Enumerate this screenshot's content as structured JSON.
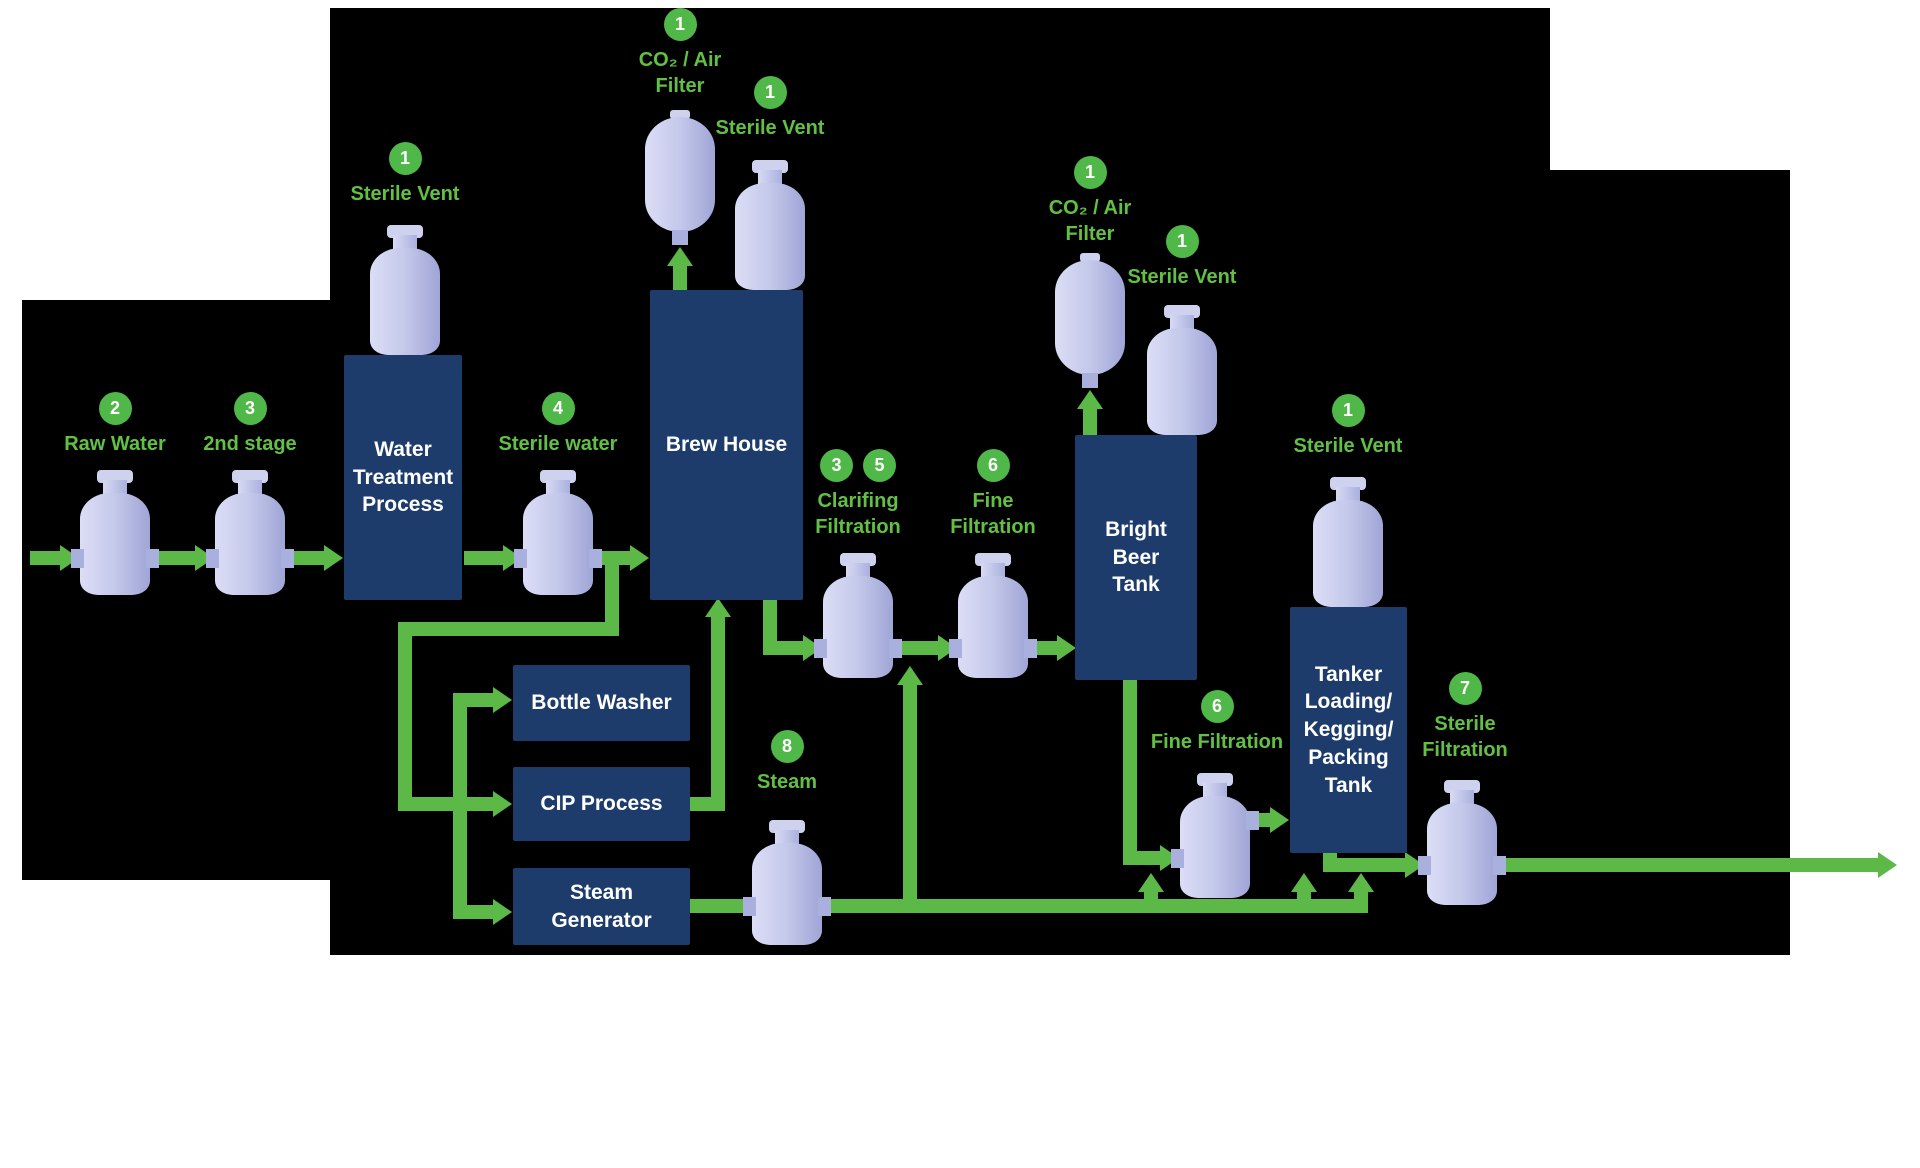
{
  "colors": {
    "pipe_green": "#5cb947",
    "label_green": "#62c044",
    "badge_green": "#50b848",
    "box_navy": "#1d3c6b",
    "vessel_lavender": "#c4c8ea",
    "background": "#000000"
  },
  "boxes": {
    "water_treatment": {
      "label": "Water\nTreatment\nProcess"
    },
    "brew_house": {
      "label": "Brew House"
    },
    "bottle_washer": {
      "label": "Bottle Washer"
    },
    "cip_process": {
      "label": "CIP Process"
    },
    "steam_generator": {
      "label": "Steam\nGenerator"
    },
    "bright_beer_tank": {
      "label": "Bright\nBeer\nTank"
    },
    "tanker_loading": {
      "label": "Tanker\nLoading/\nKegging/\nPacking\nTank"
    }
  },
  "callouts": {
    "wt_sterile_vent": {
      "num": "1",
      "text": "Sterile Vent"
    },
    "bh_co2_air_filter": {
      "num": "1",
      "text": "CO₂ / Air\nFilter"
    },
    "bh_sterile_vent": {
      "num": "1",
      "text": "Sterile Vent"
    },
    "raw_water": {
      "num": "2",
      "text": "Raw Water"
    },
    "second_stage": {
      "num": "3",
      "text": "2nd stage"
    },
    "sterile_water": {
      "num": "4",
      "text": "Sterile water"
    },
    "clarifying_filtration": {
      "num": "3",
      "num2": "5",
      "text": "Clarifing\nFiltration"
    },
    "fine_filtration_1": {
      "num": "6",
      "text": "Fine\nFiltration"
    },
    "bbt_co2_air_filter": {
      "num": "1",
      "text": "CO₂ / Air\nFilter"
    },
    "bbt_sterile_vent": {
      "num": "1",
      "text": "Sterile Vent"
    },
    "tanker_sterile_vent": {
      "num": "1",
      "text": "Sterile Vent"
    },
    "fine_filtration_2": {
      "num": "6",
      "text": "Fine Filtration"
    },
    "sterile_filtration": {
      "num": "7",
      "text": "Sterile\nFiltration"
    },
    "steam": {
      "num": "8",
      "text": "Steam"
    }
  }
}
